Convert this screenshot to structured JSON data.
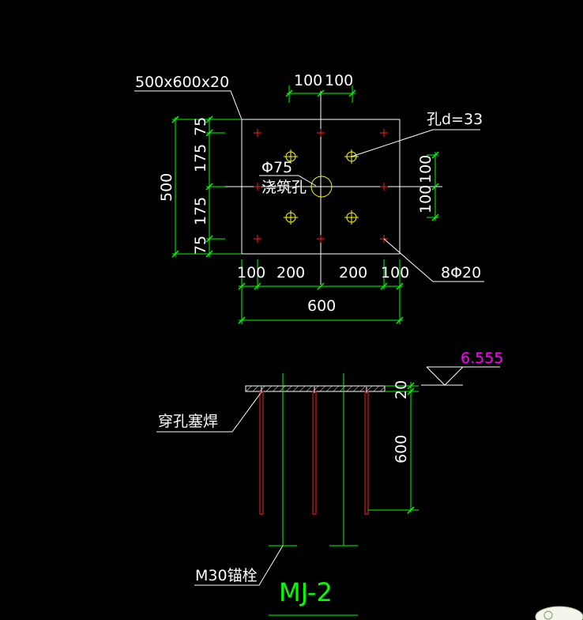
{
  "plan": {
    "plate_label": "500x600x20",
    "hole_label": "孔d=33",
    "pour_hole_dia": "Φ75",
    "pour_hole_name": "浇筑孔",
    "bolt_label": "8Φ20",
    "top_dims": [
      "100",
      "100"
    ],
    "left_total": "500",
    "left_dims": [
      "75",
      "175",
      "175",
      "75"
    ],
    "right_dims": [
      "100",
      "100"
    ],
    "bottom_dims": [
      "100",
      "200",
      "200",
      "100"
    ],
    "bottom_total": "600"
  },
  "section": {
    "elevation": "6.555",
    "thickness": "20",
    "anchor_length": "600",
    "weld_label": "穿孔塞焊",
    "anchor_label": "M30锚栓"
  },
  "title": "MJ-2",
  "colors": {
    "background": "#000000",
    "dimension": "#00ff00",
    "outline": "#ffffff",
    "holes": "#ffff00",
    "bolts": "#ff2020",
    "elevation": "#ff00ff",
    "title": "#00ff00"
  }
}
